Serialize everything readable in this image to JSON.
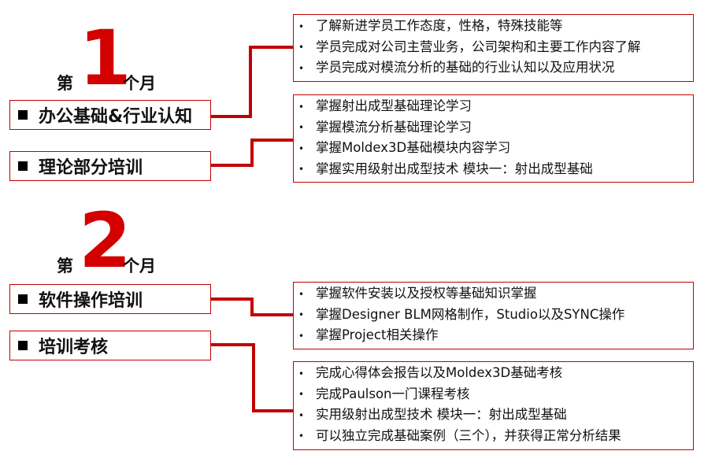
{
  "months": [
    {
      "prefix": "第",
      "number": "1",
      "suffix": "个月",
      "tasks": [
        "办公基础&行业认知",
        "理论部分培训"
      ],
      "boxes": [
        {
          "items": [
            "了解新进学员工作态度，性格，特殊技能等",
            "学员完成对公司主营业务，公司架构和主要工作内容了解",
            "学员完成对模流分析的基础的行业认知以及应用状况"
          ]
        },
        {
          "items": [
            "掌握射出成型基础理论学习",
            "掌握模流分析基础理论学习",
            "掌握Moldex3D基础模块内容学习",
            "掌握实用级射出成型技术 模块一：射出成型基础"
          ]
        }
      ]
    },
    {
      "prefix": "第",
      "number": "2",
      "suffix": "个月",
      "tasks": [
        "软件操作培训",
        "培训考核"
      ],
      "boxes": [
        {
          "items": [
            "掌握软件安装以及授权等基础知识掌握",
            "掌握Designer BLM网格制作，Studio以及SYNC操作",
            "掌握Project相关操作"
          ]
        },
        {
          "items": [
            "完成心得体会报告以及Moldex3D基础考核",
            "完成Paulson一门课程考核",
            "实用级射出成型技术 模块一：射出成型基础",
            "可以独立完成基础案例（三个），并获得正常分析结果"
          ]
        }
      ]
    }
  ],
  "bullet": "•",
  "colors": {
    "accent": "#c00000",
    "number": "#d40000",
    "text": "#111111"
  }
}
